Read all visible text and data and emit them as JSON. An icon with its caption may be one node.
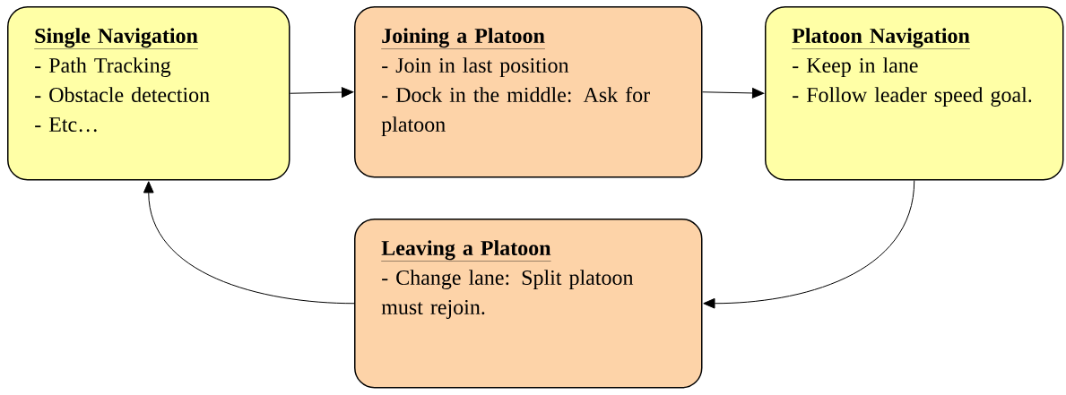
{
  "diagram": {
    "nodes": [
      {
        "text": [
          "Single Navigation",
          "- Path Tracking",
          "- Obstacle detection",
          "- Etc…"
        ]
      },
      {
        "text": [
          "Joining a Platoon",
          "- Join in last position",
          "- Dock in the middle: Ask for platoon"
        ]
      },
      {
        "text": [
          "Platoon Navigation",
          "- Keep in lane",
          "- Follow leader speed goal."
        ]
      },
      {
        "text": [
          "Leaving a Platoon",
          "- Change lane: Split platoon must rejoin."
        ]
      }
    ],
    "edges": [
      {
        "from": 0,
        "to": 1,
        "arrow": "to"
      },
      {
        "from": 1,
        "to": 2,
        "arrow": "to"
      },
      {
        "from": 2,
        "to": 3,
        "arrow": "to"
      },
      {
        "from": 3,
        "to": 0,
        "arrow": "to"
      }
    ]
  }
}
